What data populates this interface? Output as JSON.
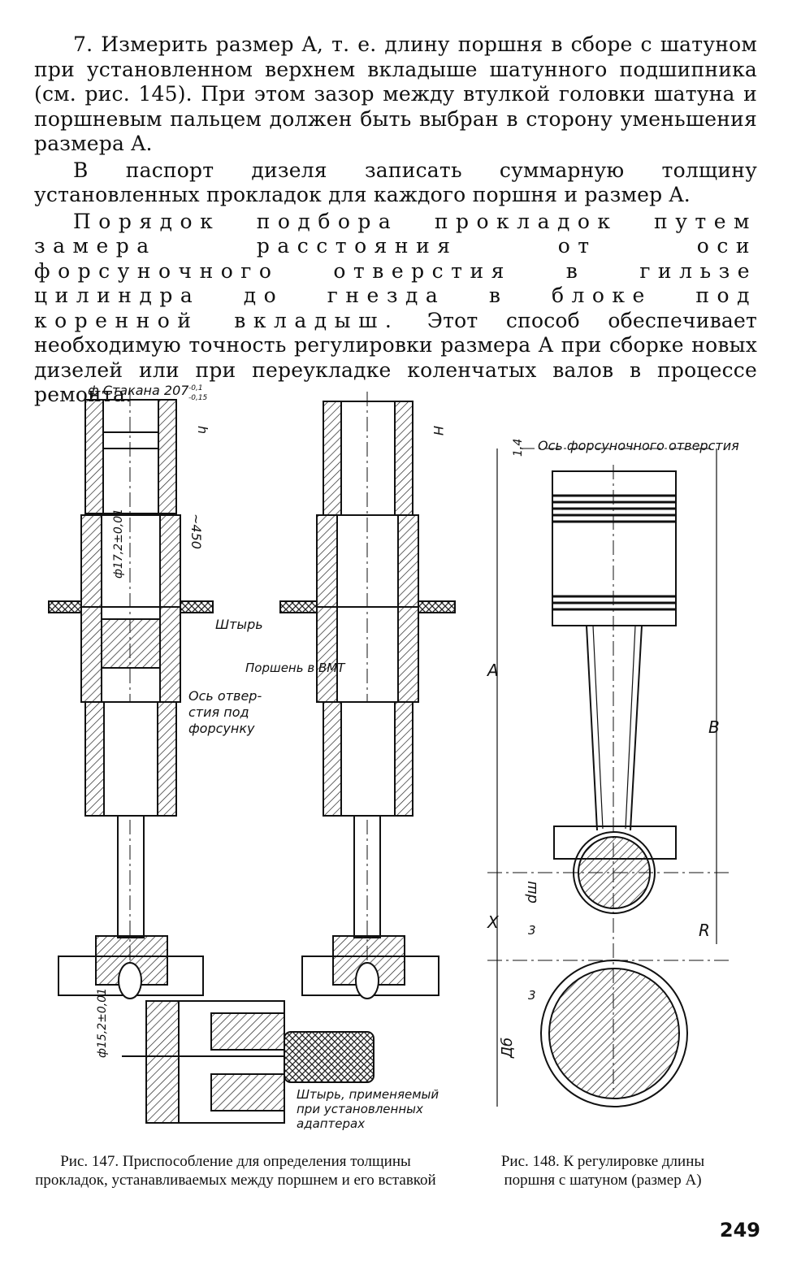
{
  "text": {
    "p1": "7. Измерить размер A, т. е. длину поршня в сборе с шатуном при установленном верхнем вкладыше шатунного подшипника (см. рис. 145). При этом зазор между втулкой головки шатуна и поршневым пальцем должен быть выбран в сторону уменьшения размера A.",
    "p2": "В паспорт дизеля записать суммарную толщину установленных прокладок для каждого поршня и размер A.",
    "p3_spaced": "Порядок подбора прокладок путем замера расстояния от оси форсуночного отверстия в гильзе цилиндра до гнезда в блоке под коренной вкладыш.",
    "p3_rest": "Этот способ обеспечивает необходимую точность регулировки размера A при сборке новых дизелей или при переукладке коленчатых валов в процессе ремонта."
  },
  "fig147": {
    "label_stakan": "ф Стакана 207",
    "tol_stakan_top": "-0,1",
    "tol_stakan_bottom": "-0,15",
    "label_h": "h",
    "label_450": "~450",
    "label_dia172": "ф17,2±0,01",
    "label_shtyr": "Штырь",
    "label_porshen": "Поршень в ВМТ",
    "label_os1": "Ось отвер-",
    "label_os2": "стия под",
    "label_os3": "форсунку",
    "label_H": "H",
    "label_dia152": "ф15,2±0,01",
    "label_adapter1": "Штырь, применяемый",
    "label_adapter2": "при установленных",
    "label_adapter3": "адаптерах"
  },
  "fig148": {
    "label_14": "1,4",
    "label_os": "Ось форсуночного отверстия",
    "label_A": "A",
    "label_B": "B",
    "label_X": "X",
    "label_dsh": "dш",
    "label_3a": "3",
    "label_3b": "3",
    "label_R": "R",
    "label_Db": "Дб"
  },
  "captions": {
    "c147": "Рис. 147. Приспособление для определения толщины прокладок, устанавливаемых между поршнем и его вставкой",
    "c148": "Рис. 148. К регулировке длины поршня с шатуном (размер A)"
  },
  "page_number": "249"
}
